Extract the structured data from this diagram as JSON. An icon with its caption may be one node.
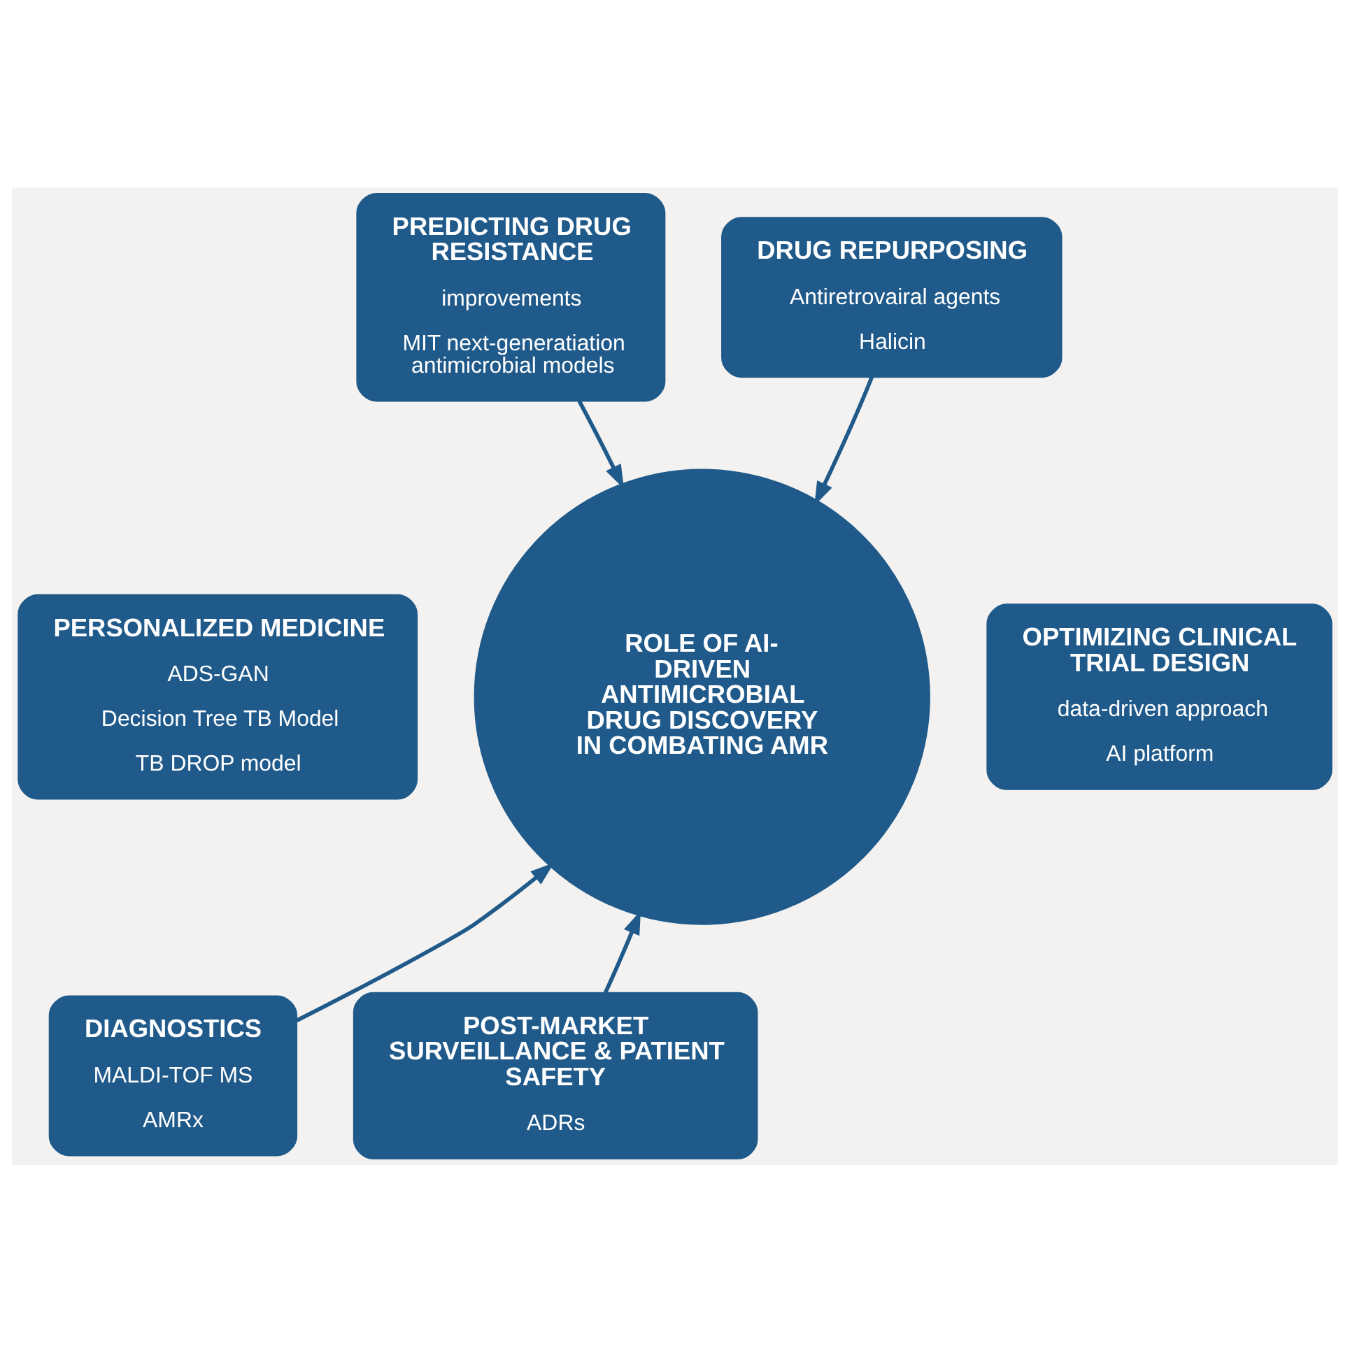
{
  "diagram": {
    "nodes": [
      {
        "text": [
          "PREDICTING DRUG RESISTANCE",
          "improvements",
          "MIT next-generatiation antimicrobial models"
        ]
      },
      {
        "text": [
          "DRUG REPURPOSING",
          "Antiretrovairal agents",
          "Halicin"
        ]
      },
      {
        "text": [
          "PERSONALIZED MEDICINE",
          "ADS-GAN",
          "Decision Tree TB Model",
          "TB DROP model"
        ]
      },
      {
        "text": [
          "ROLE OF AI-DRIVEN ANTIMICROBIAL DRUG DISCOVERY IN COMBATING AMR"
        ]
      },
      {
        "text": [
          "OPTIMIZING CLINICAL TRIAL DESIGN",
          "data-driven approach",
          "AI platform"
        ]
      },
      {
        "text": [
          "DIAGNOSTICS",
          "MALDI-TOF MS",
          "AMRx"
        ]
      },
      {
        "text": [
          "POST-MARKET SURVEILLANCE & PATIENT SAFETY",
          "ADRs"
        ]
      }
    ],
    "edges": [
      {
        "from": 0,
        "to": 3,
        "arrow": "to"
      },
      {
        "from": 1,
        "to": 3,
        "arrow": "to"
      },
      {
        "from": 5,
        "to": 3,
        "arrow": "to"
      },
      {
        "from": 6,
        "to": 3,
        "arrow": "to"
      }
    ]
  }
}
